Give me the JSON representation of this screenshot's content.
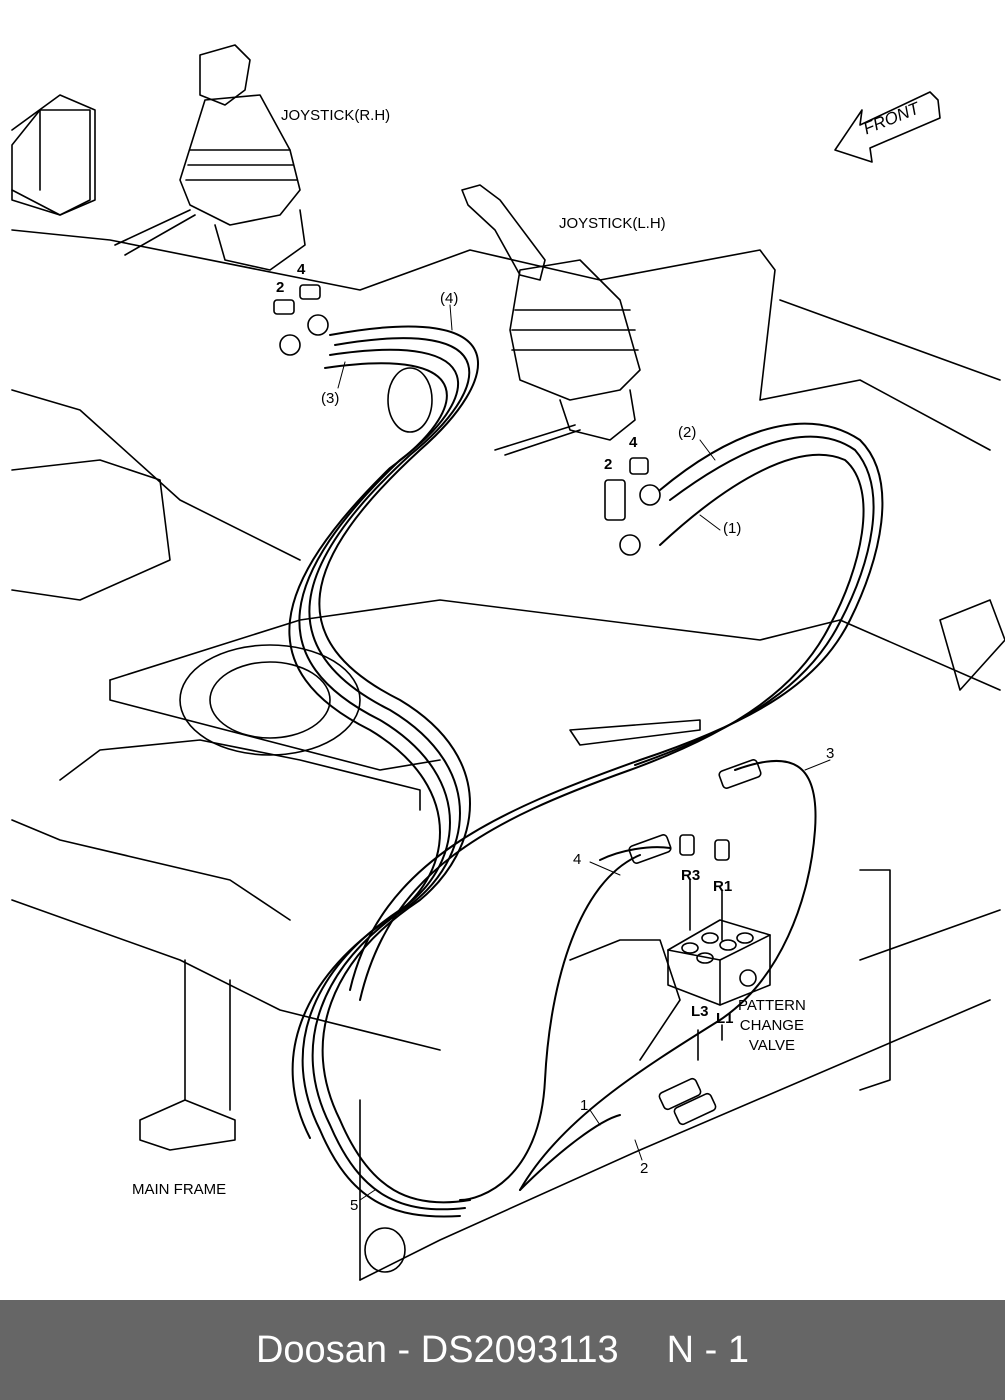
{
  "diagram": {
    "title_labels": {
      "joystick_rh": "JOYSTICK(R.H)",
      "joystick_lh": "JOYSTICK(L.H)",
      "front": "FRONT",
      "main_frame": "MAIN FRAME",
      "pattern_change_valve": [
        "PATTERN",
        "CHANGE",
        "VALVE"
      ]
    },
    "callouts": {
      "rh_port_2": "2",
      "rh_port_4": "4",
      "rh_hose_3": "(3)",
      "rh_hose_4": "(4)",
      "lh_port_2": "2",
      "lh_port_4": "4",
      "lh_hose_2": "(2)",
      "lh_hose_1": "(1)",
      "valve_port_r3": "R3",
      "valve_port_r1": "R1",
      "valve_port_l3": "L3",
      "valve_port_l1": "L1",
      "hose_1": "1",
      "hose_2": "2",
      "hose_3": "3",
      "hose_4": "4",
      "hose_5": "5"
    }
  },
  "footer": {
    "brand": "Doosan",
    "dash": "-",
    "part_number": "DS2093113",
    "page_ref": "N - 1"
  }
}
